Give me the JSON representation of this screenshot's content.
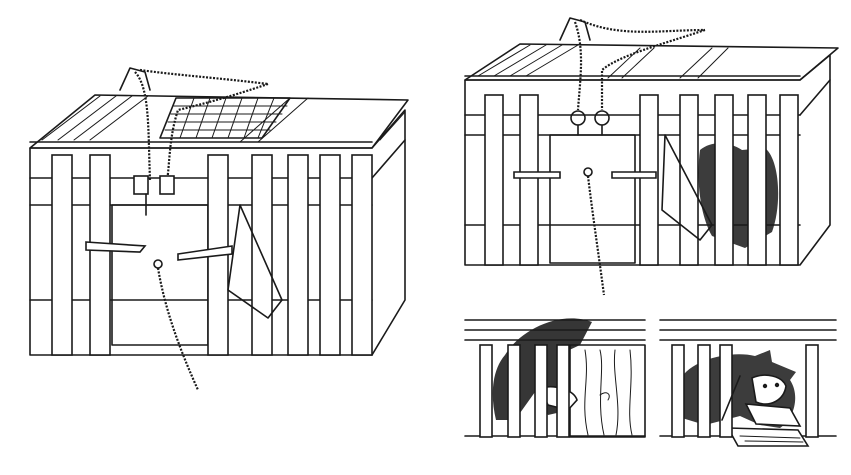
{
  "figure": {
    "panels": [
      {
        "id": "cage-left"
      },
      {
        "id": "cage-right"
      },
      {
        "id": "detail-cat-reaching-door"
      },
      {
        "id": "detail-cat-pressing-treadle"
      }
    ]
  },
  "colors": {
    "ink": "#1a1a1a",
    "paper": "#ffffff"
  }
}
